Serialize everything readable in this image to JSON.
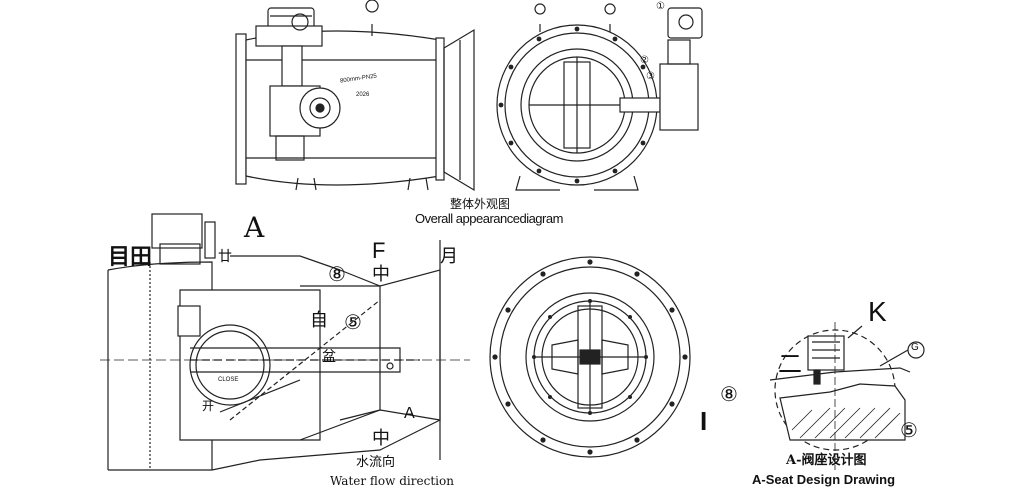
{
  "top_drawing": {
    "plate_text": "800mm-PN25",
    "plate_year": "2026",
    "caption_cn": "整体外观图",
    "caption_en": "Overall appearancediagram"
  },
  "side_drawing": {
    "marks": {
      "A_top": "A",
      "left_box": "目田",
      "twenty": "廿",
      "F": "F",
      "zhong_top": "中",
      "yue": "月",
      "eight": "⑧",
      "zi": "自",
      "five": "⑤",
      "pen": "盆",
      "open": "开",
      "A_bottom": "A",
      "zhong_bottom": "中",
      "close_text": "CLOSE"
    },
    "flow_cn": "水流向",
    "flow_en": "Water flow direction"
  },
  "detail_drawing": {
    "K": "K",
    "er": "二",
    "G": "G",
    "eight": "⑧",
    "five": "⑤",
    "cut": "I",
    "caption_cn": "A-阀座设计图",
    "caption_en": "A-Seat Design Drawing"
  },
  "front_top": {
    "callouts": [
      "①",
      "②",
      "③"
    ]
  }
}
